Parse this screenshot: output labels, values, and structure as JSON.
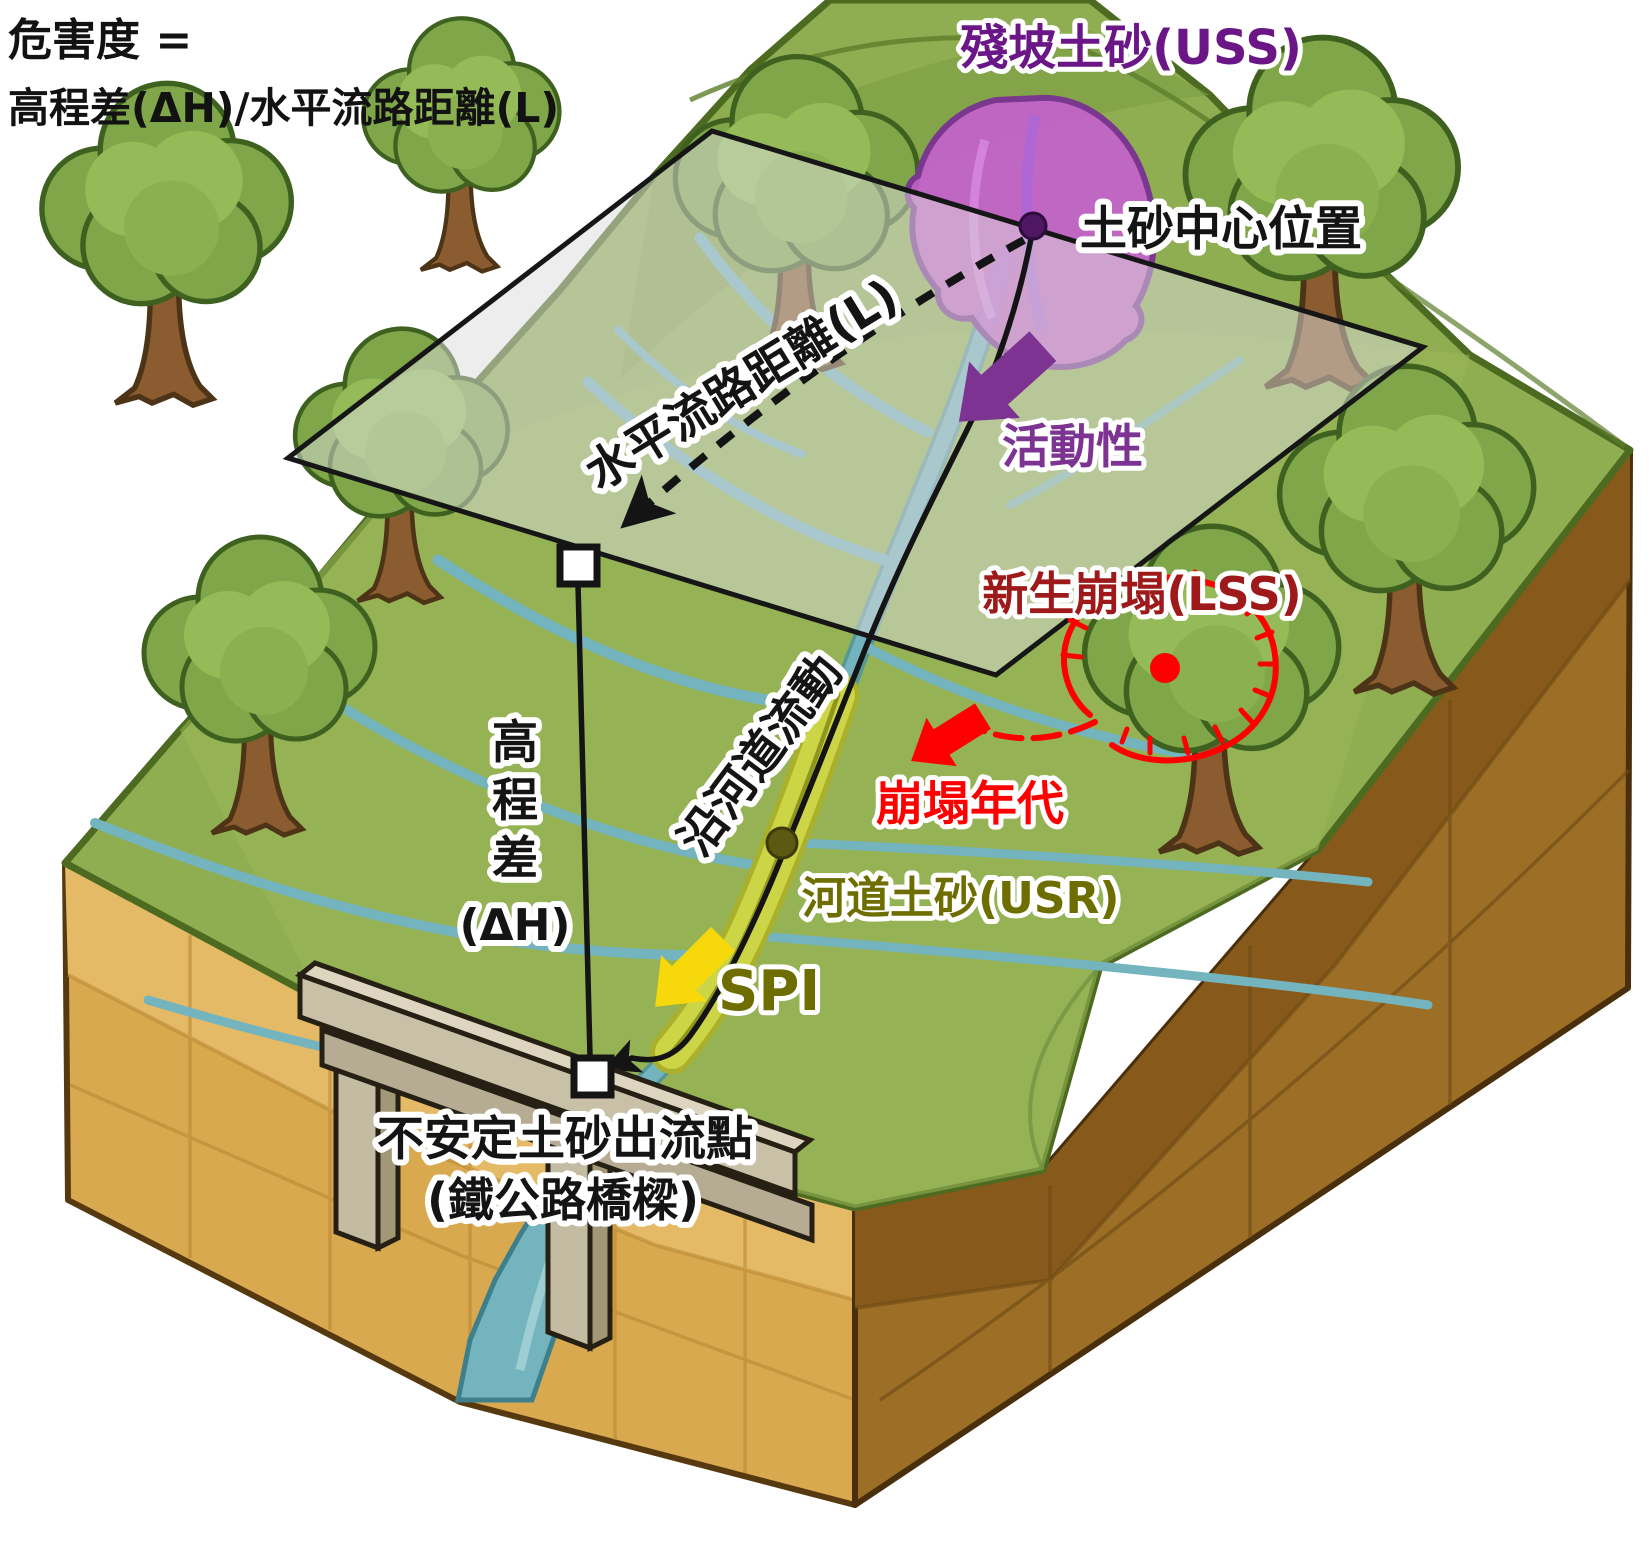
{
  "formula": {
    "line1": "危害度 =",
    "line2": "高程差(ΔH)/水平流路距離(L)"
  },
  "labels": {
    "uss": "殘坡土砂(USS)",
    "source_center": "土砂中心位置",
    "horizontal_distance": "水平流路距離(L)",
    "activity": "活動性",
    "lss": "新生崩塌(LSS)",
    "collapse_age": "崩塌年代",
    "channel_flow": "沿河道流動",
    "usr": "河道土砂(USR)",
    "spi": "SPI",
    "elevation_chars": [
      "高",
      "程",
      "差"
    ],
    "elevation_unit": "(ΔH)",
    "outlet_line1": "不安定土砂出流點",
    "outlet_line2": "(鐵公路橋樑)"
  },
  "colors": {
    "uss_text": "#6b1687",
    "uss_fill": "#c55ecf",
    "uss_dot": "#4f1763",
    "activity_purple": "#7d3391",
    "lss_text": "#9e1a1a",
    "red": "#fe0000",
    "olive": "#6e6e00",
    "spi_yellow": "#f6d80b",
    "channel_band": "#ccd545",
    "text_black": "#141414",
    "grass": "#8fae52",
    "grass_rim": "#4c6b21",
    "soil_left": "#d9a94f",
    "soil_right": "#9c6e26",
    "stream": "#74b4bf",
    "plane_gray": "#dcdcdc",
    "concrete": "#c9c0a8"
  }
}
